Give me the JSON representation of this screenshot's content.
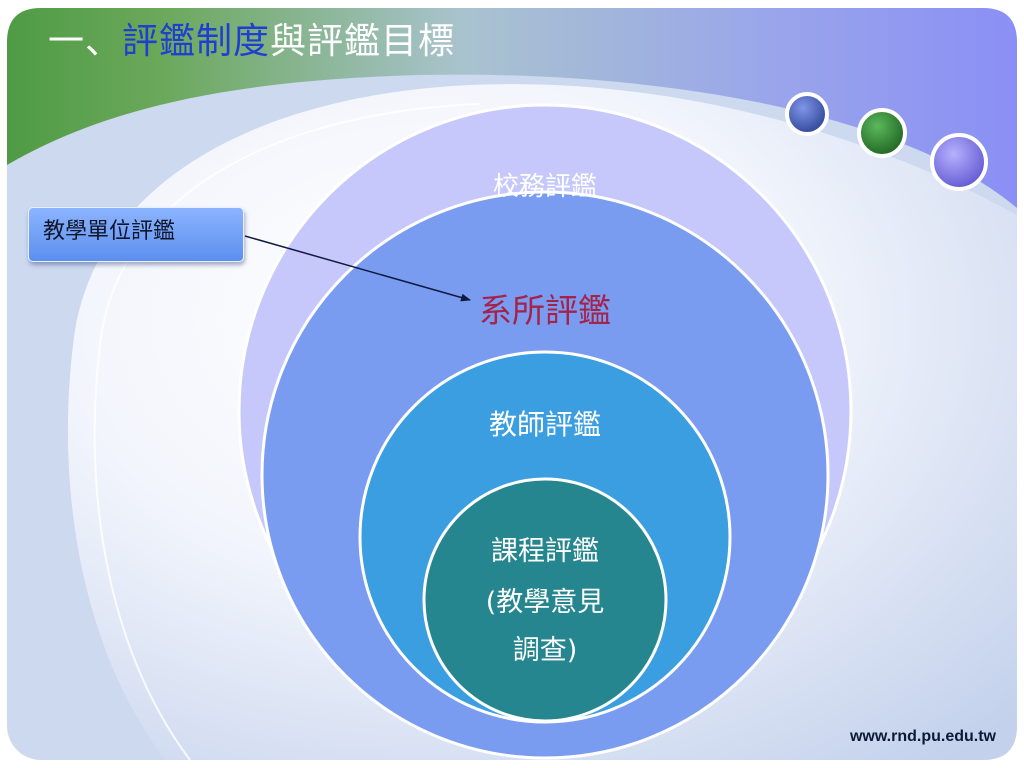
{
  "title": {
    "part1": "一、",
    "part2": "評鑑制度",
    "part3": "與評鑑目標"
  },
  "callout_label": "教學單位評鑑",
  "levels": [
    {
      "label": "校務評鑑",
      "color": "#c6c8fb",
      "text_color": "#ffffff"
    },
    {
      "label": "系所評鑑",
      "color": "#7a9cf0",
      "text_color": "#a4234a"
    },
    {
      "label": "教師評鑑",
      "color": "#3a9ee0",
      "text_color": "#ffffff"
    },
    {
      "label_lines": [
        "課程評鑑",
        "(教學意見",
        "調查)"
      ],
      "color": "#26868f",
      "text_color": "#ffffff"
    }
  ],
  "footer_url": "www.rnd.pu.edu.tw",
  "colors": {
    "banner_green": "#5aa04a",
    "banner_blue": "#8c8ff2",
    "background": "#ccd8ef",
    "dot_blue": "#4a64c4",
    "dot_green": "#2f8a2f",
    "dot_lavender": "#8a82ea"
  }
}
